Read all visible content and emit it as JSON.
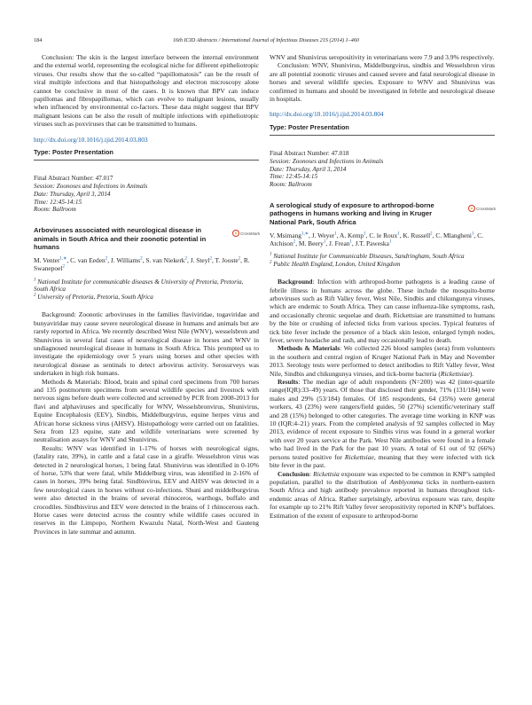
{
  "header": {
    "page_number": "184",
    "journal": "16th ICID Abstracts / International Journal of Infectious Diseases 21S (2014) 1–460"
  },
  "left": {
    "conclusion": "Conclusion: The skin is the largest interface between the internal environment and the external world, representing the ecological niche for different epitheliotropic viruses. Our results show that the so-called “papillomatosis” can be the result of viral multiple infections and that histopathology and electron microscopy alone cannot be conclusive in most of the cases. It is known that BPV can induce papillomas and fibropapillomas, which can evolve to malignant lesions, usually when influenced by environmental co-factors. These data might suggest that BPV malignant lesions can be also the result of multiple infections with epitheliotropic viruses such as poxviruses that can be transmitted to humans.",
    "doi": "http://dx.doi.org/10.1016/j.ijid.2014.03.803",
    "poster_type": "Type: Poster Presentation",
    "abstract_number": "Final Abstract Number: 47.017",
    "session": "Session: Zoonoses and Infections in Animals",
    "date": "Date: Thursday, April 3, 2014",
    "time": "Time: 12:45-14:15",
    "room": "Room: Ballroom",
    "title": "Arboviruses associated with neurological disease in animals in South Africa and their zoonotic potential in humans",
    "authors": [
      {
        "name": "M. Venter",
        "sup": "1,∗",
        "sep": ", "
      },
      {
        "name": "C. van Eeden",
        "sup": "2",
        "sep": ", "
      },
      {
        "name": "J. Williams",
        "sup": "2",
        "sep": ", "
      },
      {
        "name": "S. van Niekerk",
        "sup": "2",
        "sep": ", "
      },
      {
        "name": "J. Steyl",
        "sup": "2",
        "sep": ", "
      },
      {
        "name": "T. Jooste",
        "sup": "2",
        "sep": ", "
      },
      {
        "name": "R. Swanepoel",
        "sup": "2",
        "sep": ""
      }
    ],
    "affiliations": [
      {
        "sup": "1",
        "text": "National Institute for communicable diseases & University of Pretoria, Pretoria, South Africa"
      },
      {
        "sup": "2",
        "text": "University of Pretoria, Pretoria, South Africa"
      }
    ],
    "background": "Background: Zoonotic arboviruses in the families flaviviridae, togaviridae and bunyaviridae may cause severe neurological disease in humans and animals but are rarely reported in Africa. We recently described West Nile (WNV), wesselsbron and Shunivirus in several fatal cases of neurological disease in horses and WNV in undiagnosed neurological disease in humans in South Africa. This prompted us to investigate the epidemiology over 5 years using horses and other species with neurological disease as sentinals to detect arbovirus activity. Serosurveys was undertaken in high risk humans.",
    "methods": "Methods & Materials: Blood, brain and spinal cord specimens from 700 horses and 135 postmortem specimens from several wildlife species and livestock with nervous signs before death were collected and screened by PCR from 2008-2013 for flavi and alphaviruses and specifically for WNV, Wesselsbronvirus, Shunivirus, Equine Encephalosis (EEV), Sindbis, Middelburgvirus, equine herpes virus and African horse sickness virus (AHSV). Histopathology were carried out on fatalities. Sera from 123 equine, state and wildlife veterinarians were screened by neutralisation assays for WNV and Shunivirus.",
    "results": "Results: WNV was identified in 1-17% of horses with neurological signs, (fatality rate, 39%), in cattle and a fatal case in a giraffe. Wesselsbron virus was detected in 2 neurological horses, 1 being fatal. Shunivirus was identified in 0-10% of horse, 53% that were fatal, while Middelburg virus, was identified in 2-16% of cases in horses, 39% being fatal. Sindbisvirus, EEV and AHSV was detected in a few neurological cases in horses without co-infections. Shuni and middelburgvirus were also detected in the brains of several rhinoceros, warthogs, buffalo and crocodiles. Sindbisvirus and EEV were detected in the brains of 1 rhinocerous each. Horse cases were detected across the country while wildlife cases occured in reserves in the Limpopo, Northern Kwazulu Natal, North-West and Gauteng Provinces in late summar and autumn."
  },
  "right": {
    "cont1": "WNV and Shunivirus seropositivity in veterinarians were 7.9 and 3.9% respectively.",
    "conclusion": "Conclusion: WNV, Shunivirus, Middelburgvirus, sindbis and Wesselsbron virus are all potential zoonotic viruses and caused severe and fatal neurological disease in horses and several wildlife species. Exposure to WNV and Shunivirus was confirmed in humans and should be investigated in febrile and neurological disease in hospitals.",
    "doi": "http://dx.doi.org/10.1016/j.ijid.2014.03.804",
    "poster_type": "Type: Poster Presentation",
    "abstract_number": "Final Abstract Number: 47.018",
    "session": "Session: Zoonoses and Infections in Animals",
    "date": "Date: Thursday, April 3, 2014",
    "time": "Time: 12:45-14:15",
    "room": "Room: Ballroom",
    "title": "A serological study of exposure to arthropod-borne pathogens in humans working and living in Kruger National Park, South Africa",
    "authors": [
      {
        "name": "V. Msimang",
        "sup": "1,∗",
        "sep": ", "
      },
      {
        "name": "J. Weyer",
        "sup": "1",
        "sep": ", "
      },
      {
        "name": "A. Kemp",
        "sup": "1",
        "sep": ", "
      },
      {
        "name": "C. le Roux",
        "sup": "1",
        "sep": ", "
      },
      {
        "name": "K. Russell",
        "sup": "2",
        "sep": ", "
      },
      {
        "name": "C. Mlangheni",
        "sup": "1",
        "sep": ", "
      },
      {
        "name": "C. Atchison",
        "sup": "2",
        "sep": ", "
      },
      {
        "name": "M. Beery",
        "sup": "1",
        "sep": ", "
      },
      {
        "name": "J. Frean",
        "sup": "1",
        "sep": ", "
      },
      {
        "name": "J.T. Paweska",
        "sup": "1",
        "sep": ""
      }
    ],
    "affiliations": [
      {
        "sup": "1",
        "text": "National Institute for Communicable Diseases, Sandringham, South Africa"
      },
      {
        "sup": "2",
        "text": "Public Health England, London, United Kingdom"
      }
    ],
    "background_label": "Background",
    "background": ": Infection with arthropod-borne pathogens is a leading cause of febrile illness in humans across the globe. These include the mosquito-borne arboviruses such as Rift Valley fever, West Nile, Sindbis and chikungunya viruses, which are endemic to South Africa. They can cause influenza-like symptoms, rash, and occasionally chronic sequelae and death. Rickettsiae are transmitted to humans by the bite or crushing of infected ticks from various species. Typical features of tick bite fever include the presence of a black skin lesion, enlarged lymph nodes, fever, severe headache and rash, and may occasionally lead to death.",
    "methods_label": "Methods & Materials",
    "methods": ": We collected 226 blood samples (sera) from volunteers in the southern and central region of Kruger National Park in May and November 2013. Serology tests were performed to detect antibodies to Rift Valley fever, West Nile, Sindbis and chikungunya viruses, and tick-borne bacteria (",
    "methods_italic": "Rickettsiae",
    "methods_end": ").",
    "results_label": "Results",
    "results": ": The median age of adult respondents (N=200) was 42 (inter-quartile range(IQR):33–49) years. Of those that disclosed their gender, 71% (131/184) were males and 29% (53/184) females. Of 185 respondents, 64 (35%) were general workers, 43 (23%) were rangers/field guides, 50 (27%) scientific/veterinary staff and 28 (15%) belonged to other categories. The average time working in KNP was 10 (IQR:4–21) years. From the completed analysis of 92 samples collected in May 2013, evidence of recent exposure to Sindbis virus was found in a general worker with over 20 years service at the Park. West Nile antibodies were found in a female who had lived in the Park for the past 10 years. A total of 61 out of 92 (66%) persons tested positive for ",
    "results_italic": "Rickettsiae",
    "results_end": ", meaning that they were infected with tick bite fever in the past.",
    "conclusion_label": "Conclusion",
    "conclusion_a": ": ",
    "conclusion_italic1": "Rickettsia",
    "conclusion_b": " exposure was expected to be common in KNP’s sampled population, parallel to the distribution of ",
    "conclusion_italic2": "Amblyomma",
    "conclusion_c": " ticks in northern-eastern South Africa and high antibody prevalence reported in humans throughout tick-endemic areas of Africa. Rather surprisingly, arbovirus exposure was rare, despite for example up to 21% Rift Valley fever seropositivity reported in KNP’s buffaloes. Estimation of the extent of exposure to arthropod-borne"
  },
  "crossmark": {
    "label": "CrossMark",
    "icon": "crossmark-icon",
    "color": "#d4381e"
  }
}
